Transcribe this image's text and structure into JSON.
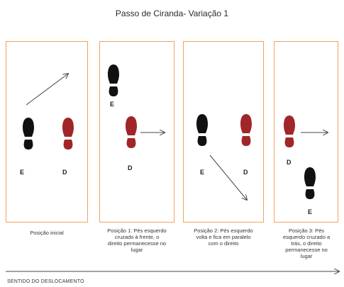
{
  "title": "Passo de Ciranda- Variação 1",
  "colors": {
    "border": "#f0a35e",
    "left_foot": "#111111",
    "right_foot": "#a0262a",
    "arrow": "#444444"
  },
  "panels": [
    {
      "left_label": "E",
      "right_label": "D",
      "caption": [
        "Posição inicial"
      ]
    },
    {
      "left_label": "E",
      "right_label": "D",
      "caption": [
        "Posição 1: Pés esquerdo",
        "cruzado à frente, o",
        "direito permanecesse no",
        "lugar"
      ]
    },
    {
      "left_label": "E",
      "right_label": "D",
      "caption": [
        "Posição 2: Pés esquerdo",
        "volta e fica em paralelo",
        "com o direito"
      ]
    },
    {
      "left_label": "E",
      "right_label": "D",
      "caption": [
        "Posição 3: Pés",
        "esquerdo cruzado a",
        "trás, o direito",
        "permanecesse no",
        "lugar"
      ]
    }
  ],
  "direction_label": "SENTIDO DO DESLOCAMENTO"
}
